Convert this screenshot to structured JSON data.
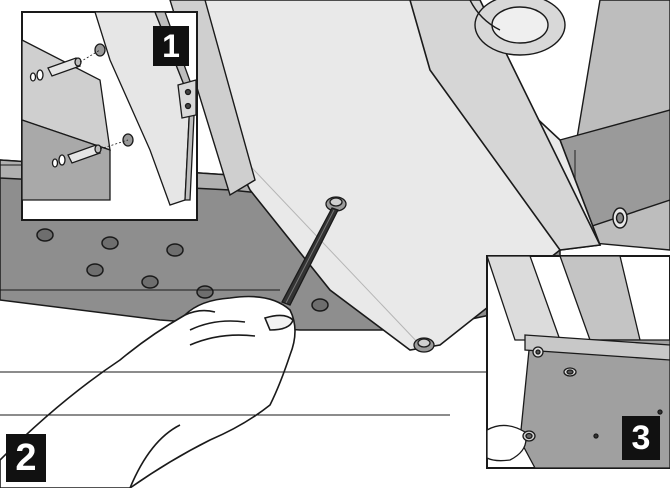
{
  "figure": {
    "steps": [
      {
        "number": "1"
      },
      {
        "number": "2"
      },
      {
        "number": "3"
      }
    ]
  },
  "colors": {
    "ink": "#1a1a1a",
    "panel_light": "#e9e9e9",
    "panel_mid": "#cfcfcf",
    "frame_dark": "#8e8e8e",
    "badge_bg": "#111111",
    "badge_text": "#ffffff"
  }
}
